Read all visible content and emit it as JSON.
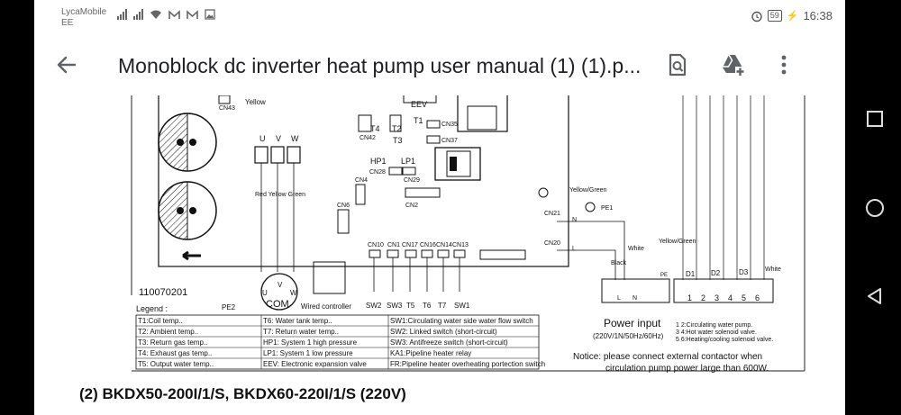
{
  "status_bar": {
    "carrier_line1": "LycaMobile",
    "carrier_line2": "EE",
    "battery": "59",
    "time": "16:38",
    "icons": [
      "signal-icon",
      "signal-icon",
      "wifi-icon",
      "gmail-icon",
      "gmail-icon",
      "gallery-icon",
      "alarm-icon",
      "battery-icon",
      "charging-icon"
    ]
  },
  "app_bar": {
    "title": "Monoblock dc inverter heat pump user manual (1) (1).p...",
    "icons": [
      "back-arrow-icon",
      "search-document-icon",
      "add-to-drive-icon",
      "more-options-icon"
    ]
  },
  "document": {
    "labels": {
      "yellow_top": "Yellow",
      "cn43": "CN43",
      "eev": "EEV",
      "t4": "T4",
      "t2": "T2",
      "t1": "T1",
      "t3": "T3",
      "cn42": "CN42",
      "cn35": "CN35",
      "cn37": "CN37",
      "hp1": "HP1",
      "lp1": "LP1",
      "cn28": "CN28",
      "cn29": "CN29",
      "cn4": "CN4",
      "cn2": "CN2",
      "cn6": "CN6",
      "u": "U",
      "v": "V",
      "w": "W",
      "wire_colors": "Red Yellow Green",
      "yellow_green_1": "Yellow/Green",
      "pe1": "PE1",
      "cn21": "CN21",
      "cn20": "CN20",
      "n_label": "N",
      "l_label": "L",
      "white_1": "White",
      "yellow_green_2": "Yellow/Green",
      "black": "Black",
      "pe_small": "PE",
      "white_2": "White",
      "d1": "D1",
      "d2": "D2",
      "d3": "D3",
      "cn10": "CN10",
      "cn1": "CN1",
      "cn17": "CN17",
      "cn16": "CN16",
      "cn14": "CN14",
      "cn13": "CN13",
      "sw2": "SW2",
      "sw3": "SW3",
      "t5": "T5",
      "t6": "T6",
      "t7": "T7",
      "sw1": "SW1",
      "part_no": "110070201",
      "legend_title": "Legend :",
      "pe2": "PE2",
      "com": "COM",
      "wired_controller": "Wired controller",
      "terminal_l": "L",
      "terminal_n": "N",
      "terminals": [
        "1",
        "2",
        "3",
        "4",
        "5",
        "6"
      ],
      "power_input": "Power input",
      "power_spec": "(220V/1N/50Hz/60Hz)",
      "term_desc_1": "1 2:Circulating water pump.",
      "term_desc_2": "3 4:Hot water solenoid valve.",
      "term_desc_3": "5 6:Heating/cooling  solenoid valve.",
      "notice_1": "Notice: please connect external contactor when",
      "notice_2": "circulation pump power  large than 600W."
    },
    "legend": [
      [
        "T1:Coil temp..",
        "T6: Water tank temp..",
        "SW1:Circulating water side water flow switch"
      ],
      [
        "T2: Ambient temp..",
        "T7: Return water temp..",
        "SW2: Linked switch (short-circuit)"
      ],
      [
        "T3: Return gas temp..",
        "HP1: System 1 high pressure",
        "SW3: Antifreeze switch (short-circuit)"
      ],
      [
        "T4: Exhaust gas temp..",
        "LP1: System 1 low pressure",
        "KA1:Pipeline heater relay"
      ],
      [
        "T5: Output water temp..",
        "EEV: Electronic expansion valve",
        "FR:Pipeline heater overheating portection switch"
      ]
    ],
    "caption": "(2)  BKDX50-200I/1/S, BKDX60-220I/1/S (220V)"
  },
  "nav_bar": {
    "icons": [
      "recents-square-icon",
      "home-circle-icon",
      "back-triangle-icon"
    ]
  }
}
